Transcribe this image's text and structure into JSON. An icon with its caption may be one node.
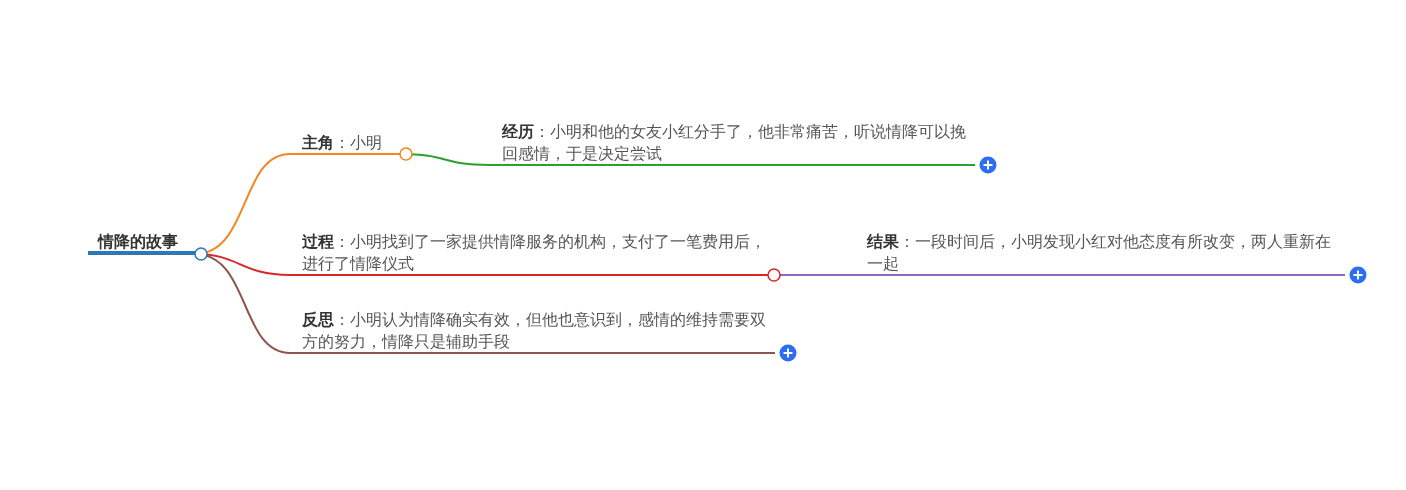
{
  "diagram": {
    "nodes": [
      {
        "text": [
          "情降的故事"
        ]
      },
      {
        "text": [
          "**主角**：小明"
        ]
      },
      {
        "text": [
          "**经历**：小明和他的女友小红分手了，他非常痛苦，听说情降可以挽回感情，于是决定尝试"
        ]
      },
      {
        "text": [
          "**过程**：小明找到了一家提供情降服务的机构，支付了一笔费用后，进行了情降仪式"
        ]
      },
      {
        "text": [
          "**结果**：一段时间后，小明发现小红对他态度有所改变，两人重新在一起"
        ]
      },
      {
        "text": [
          "**反思**：小明认为情降确实有效，但他也意识到，感情的维持需要双方的努力，情降只是辅助手段"
        ]
      }
    ],
    "edges": [
      {
        "from": 0,
        "to": 1,
        "arrow": "none",
        "color": "#f5861f"
      },
      {
        "from": 1,
        "to": 2,
        "arrow": "none",
        "color": "#2ca02c"
      },
      {
        "from": 0,
        "to": 3,
        "arrow": "none",
        "color": "#d62728"
      },
      {
        "from": 3,
        "to": 4,
        "arrow": "none",
        "color": "#9467bd"
      },
      {
        "from": 0,
        "to": 5,
        "arrow": "none",
        "color": "#8c564b"
      }
    ]
  }
}
